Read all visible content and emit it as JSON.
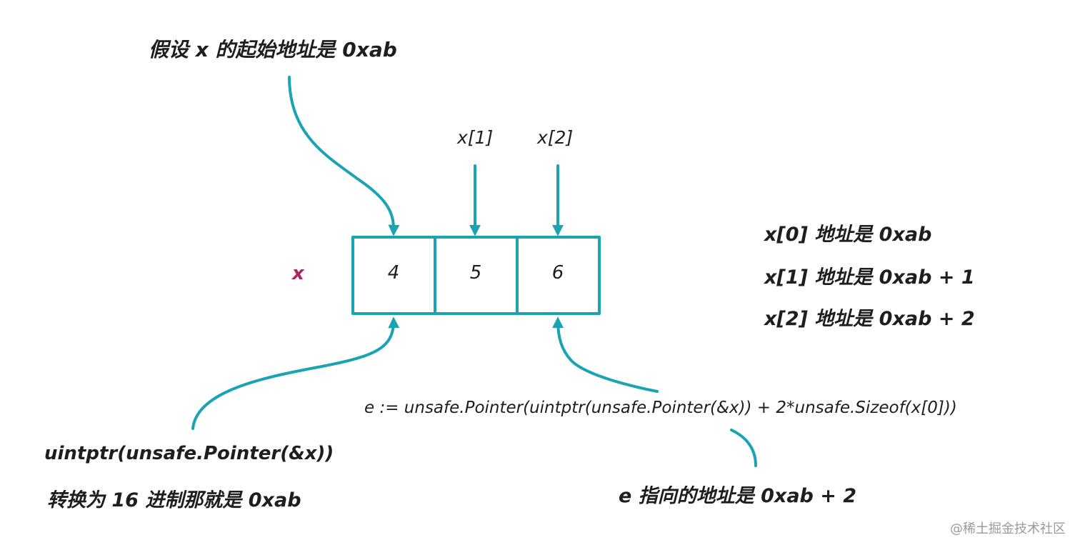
{
  "top_note": "假设 x 的起始地址是 0xab",
  "array": {
    "name": "x",
    "cells": [
      "4",
      "5",
      "6"
    ],
    "index_labels": [
      "x[1]",
      "x[2]"
    ]
  },
  "address_notes": [
    "x[0] 地址是 0xab",
    "x[1] 地址是 0xab + 1",
    "x[2] 地址是 0xab + 2"
  ],
  "left_note": {
    "line1": "uintptr(unsafe.Pointer(&x))",
    "line2": "转换为 16 进制那就是 0xab"
  },
  "code_line": "e := unsafe.Pointer(uintptr(unsafe.Pointer(&x)) + 2*unsafe.Sizeof(x[0]))",
  "bottom_note": "e 指向的地址是 0xab + 2",
  "watermark": "@稀土掘金技术社区",
  "colors": {
    "arrow": "#1aa3b3",
    "array_name": "#b0245e",
    "box": "#1aa3b3"
  }
}
